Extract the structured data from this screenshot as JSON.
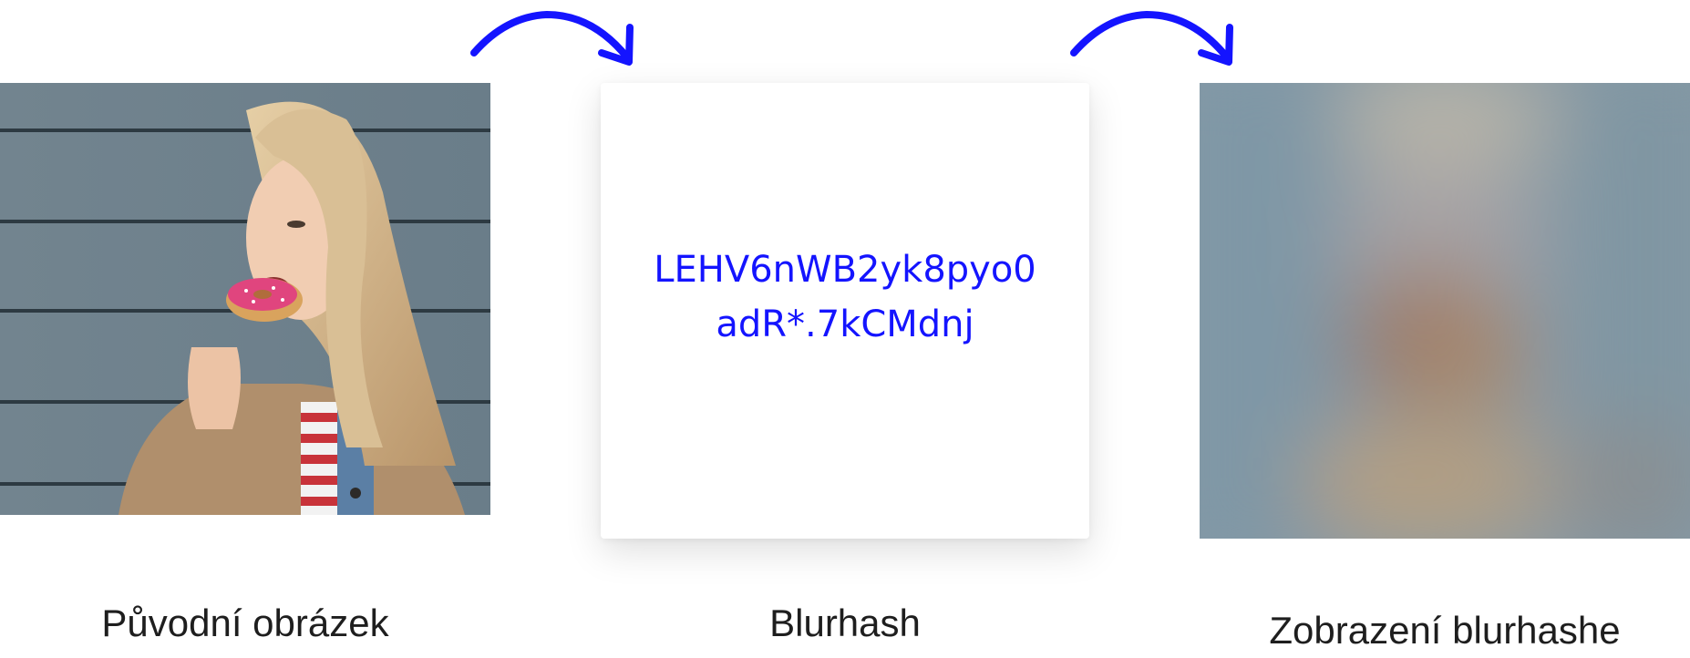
{
  "blurhash": {
    "hash": "LEHV6nWB2yk8pyo0adR*.7kCMdnj",
    "color": "#1414ff"
  },
  "captions": {
    "original": "Původní obrázek",
    "hash": "Blurhash",
    "decoded": "Zobrazení blurhashe"
  },
  "arrows": {
    "color": "#1414ff",
    "icon": "curved-arrow-right"
  },
  "colors": {
    "wall": "#6f8390",
    "coat": "#b08f6c",
    "hair": "#d9bf95",
    "donut_glaze": "#e0457e"
  }
}
